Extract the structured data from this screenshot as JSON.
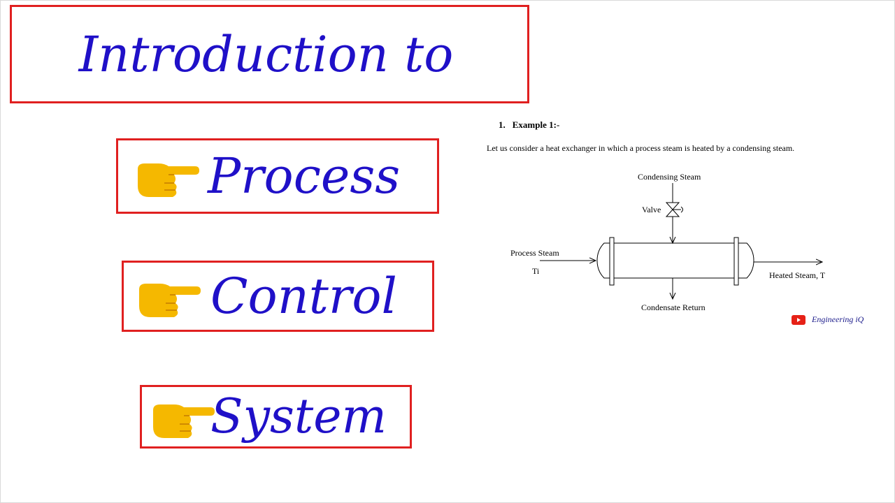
{
  "slide": {
    "title_line": "Introduction to",
    "items": [
      {
        "word": "Process",
        "icon": "pointing-hand-icon"
      },
      {
        "word": "Control",
        "icon": "pointing-hand-icon"
      },
      {
        "word": "System",
        "icon": "pointing-hand-icon"
      }
    ],
    "colors": {
      "text": "#1f10c8",
      "box_border": "#e02020",
      "hand": "#f5b800"
    }
  },
  "figure": {
    "heading_number": "1.",
    "heading_text": "Example 1:-",
    "caption": "Let us consider a heat exchanger in which a process steam is heated by a condensing steam.",
    "labels": {
      "condensing_steam": "Condensing Steam",
      "valve": "Valve",
      "process_steam": "Process Steam",
      "ti": "Ti",
      "heated_steam": "Heated Steam, T",
      "condensate_return": "Condensate Return"
    }
  },
  "branding": {
    "text": "Engineering iQ",
    "icon": "youtube-icon",
    "icon_color": "#e62117"
  }
}
